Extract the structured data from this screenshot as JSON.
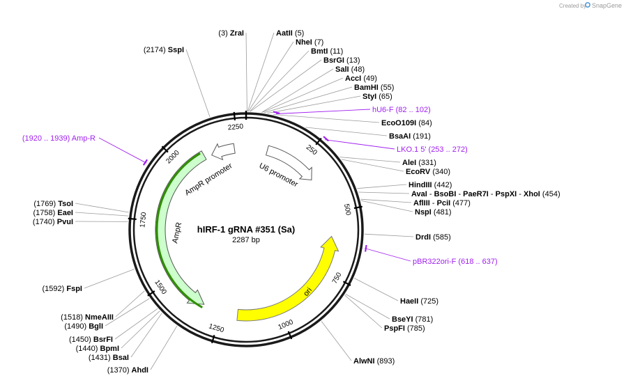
{
  "watermark": {
    "prefix": "Created by",
    "brand": "SnapGene",
    "accent": "#3c8fd6"
  },
  "plasmid": {
    "name": "hIRF-1 gRNA #351 (Sa)",
    "length_label": "2287 bp",
    "length": 2287
  },
  "colors": {
    "primer": "#a020f0",
    "ori": "#ffff00",
    "ampr": "#ccffcc",
    "promoter": "#ffffff",
    "ampr_outline": "#2f8f00"
  },
  "ticks": [
    "250",
    "500",
    "750",
    "1000",
    "1250",
    "1500",
    "1750",
    "2000",
    "2250"
  ],
  "sites": [
    {
      "name": "ZraI",
      "pos": "(3)",
      "side": "left"
    },
    {
      "name": "AatII",
      "pos": "(5)",
      "side": "right"
    },
    {
      "name": "NheI",
      "pos": "(7)",
      "side": "right"
    },
    {
      "name": "BmtI",
      "pos": "(11)",
      "side": "right"
    },
    {
      "name": "BsrGI",
      "pos": "(13)",
      "side": "right"
    },
    {
      "name": "SalI",
      "pos": "(48)",
      "side": "right"
    },
    {
      "name": "AccI",
      "pos": "(49)",
      "side": "right"
    },
    {
      "name": "BamHI",
      "pos": "(55)",
      "side": "right"
    },
    {
      "name": "StyI",
      "pos": "(65)",
      "side": "right"
    },
    {
      "name": "EcoO109I",
      "pos": "(84)",
      "side": "right"
    },
    {
      "name": "BsaAI",
      "pos": "(191)",
      "side": "right"
    },
    {
      "name": "AleI",
      "pos": "(331)",
      "side": "right"
    },
    {
      "name": "EcoRV",
      "pos": "(340)",
      "side": "right"
    },
    {
      "name": "HindIII",
      "pos": "(442)",
      "side": "right"
    },
    {
      "name": "AvaI",
      "extra": [
        "BsoBI",
        "PaeR7I",
        "PspXI",
        "XhoI"
      ],
      "pos": "(454)",
      "side": "right"
    },
    {
      "name": "AflIII",
      "extra": [
        "PciI"
      ],
      "pos": "(477)",
      "side": "right"
    },
    {
      "name": "NspI",
      "pos": "(481)",
      "side": "right"
    },
    {
      "name": "DrdI",
      "pos": "(585)",
      "side": "right"
    },
    {
      "name": "HaeII",
      "pos": "(725)",
      "side": "right"
    },
    {
      "name": "BseYI",
      "pos": "(781)",
      "side": "right"
    },
    {
      "name": "PspFI",
      "pos": "(785)",
      "side": "right"
    },
    {
      "name": "AlwNI",
      "pos": "(893)",
      "side": "right"
    },
    {
      "name": "AhdI",
      "pos": "(1370)",
      "side": "left"
    },
    {
      "name": "BsaI",
      "pos": "(1431)",
      "side": "left"
    },
    {
      "name": "BpmI",
      "pos": "(1440)",
      "side": "left"
    },
    {
      "name": "BsrFI",
      "pos": "(1450)",
      "side": "left"
    },
    {
      "name": "BglI",
      "pos": "(1490)",
      "side": "left"
    },
    {
      "name": "NmeAIII",
      "pos": "(1518)",
      "side": "left"
    },
    {
      "name": "FspI",
      "pos": "(1592)",
      "side": "left"
    },
    {
      "name": "PvuI",
      "pos": "(1740)",
      "side": "left"
    },
    {
      "name": "EaeI",
      "pos": "(1758)",
      "side": "left"
    },
    {
      "name": "TsoI",
      "pos": "(1769)",
      "side": "left"
    },
    {
      "name": "SspI",
      "pos": "(2174)",
      "side": "left"
    }
  ],
  "primers": [
    {
      "name": "hU6-F",
      "range": "(82 .. 102)"
    },
    {
      "name": "LKO.1 5'",
      "range": "(253 .. 272)"
    },
    {
      "name": "pBR322ori-F",
      "range": "(618 .. 637)"
    },
    {
      "name": "Amp-R",
      "range": "(1920 .. 1939)"
    }
  ],
  "features": [
    {
      "name": "U6 promoter",
      "type": "promoter"
    },
    {
      "name": "AmpR promoter",
      "type": "promoter"
    },
    {
      "name": "AmpR",
      "type": "CDS"
    },
    {
      "name": "ori",
      "type": "rep_origin"
    }
  ]
}
